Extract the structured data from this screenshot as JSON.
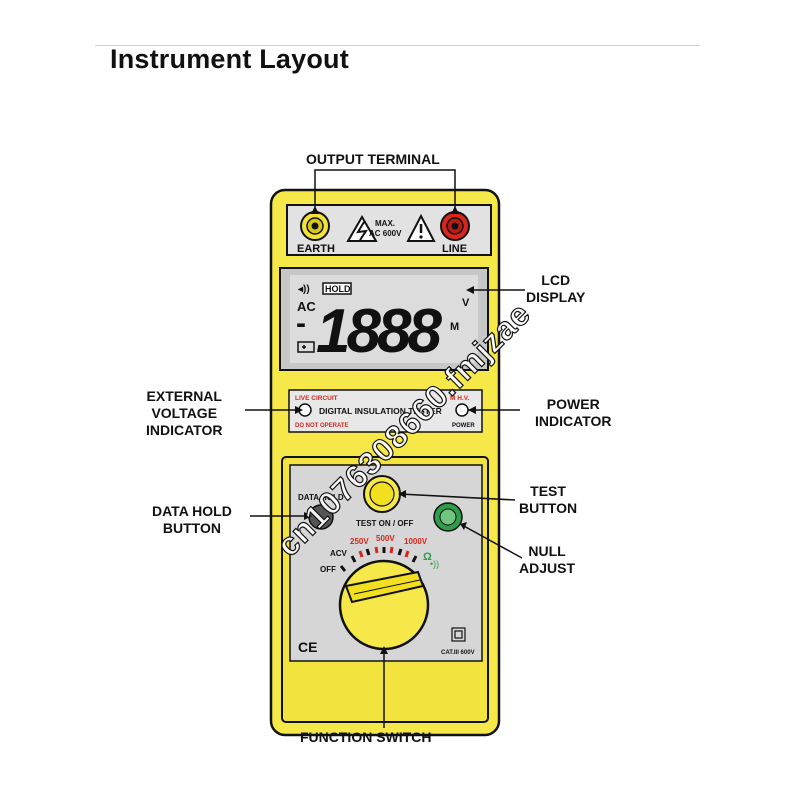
{
  "title": "Instrument Layout",
  "callouts": {
    "output_terminal": "OUTPUT  TERMINAL",
    "lcd_display": [
      "LCD",
      "DISPLAY"
    ],
    "external_voltage_indicator": [
      "EXTERNAL",
      "VOLTAGE",
      "INDICATOR"
    ],
    "power_indicator": [
      "POWER",
      "INDICATOR"
    ],
    "data_hold_button": [
      "DATA HOLD",
      "BUTTON"
    ],
    "test_button": [
      "TEST",
      "BUTTON"
    ],
    "null_adjust": [
      "NULL",
      "ADJUST"
    ],
    "function_switch": "FUNCTION  SWITCH"
  },
  "device": {
    "terminal_earth": "EARTH",
    "terminal_line": "LINE",
    "max_label": "MAX.",
    "max_rating": "AC  600V",
    "lcd": {
      "hold": "HOLD",
      "ac": "AC",
      "minus": "-",
      "digits": "1888",
      "unit_v": "V",
      "unit_m": "M"
    },
    "panel": {
      "live_circuit": "LIVE CIRCUIT",
      "do_not_operate": "DO NOT OPERATE",
      "model": "DIGITAL  INSULATION  TESTER",
      "m_hv": "M   H.V.",
      "power": "POWER"
    },
    "controls": {
      "data_hold": "DATA  HOLD",
      "test_on_off": "TEST  ON / OFF",
      "r250": "250V",
      "r500": "500V",
      "r1000": "1000V",
      "acv": "ACV",
      "off": "OFF",
      "ohm": "Ω",
      "ce": "CE",
      "cat": "CAT.III 600V"
    }
  },
  "watermark": "cn1076308660.fmjzae",
  "colors": {
    "body_yellow": "#f7e84a",
    "panel_gray": "#d4d4d4",
    "red": "#d9261c",
    "green": "#2e9e4a",
    "text": "#111111"
  }
}
